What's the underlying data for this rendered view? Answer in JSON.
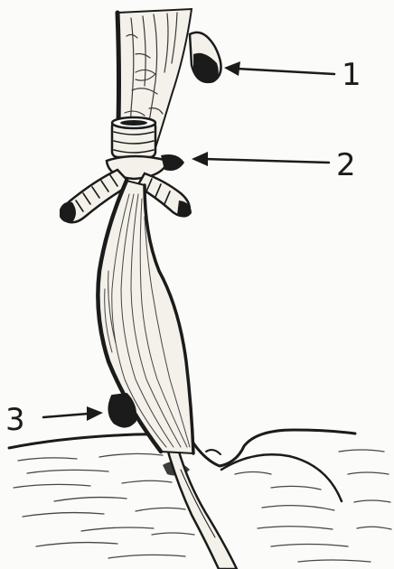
{
  "figure": {
    "callouts": [
      {
        "id": "1",
        "label": "1"
      },
      {
        "id": "2",
        "label": "2"
      },
      {
        "id": "3",
        "label": "3"
      }
    ],
    "colors": {
      "ink": "#1b1b1b",
      "paper": "#fbfbf9",
      "wood": "#f3f1ea"
    },
    "parts": [
      "stem",
      "upper-bud",
      "lateral-shoots",
      "rootstock",
      "lower-bud",
      "soil"
    ]
  }
}
